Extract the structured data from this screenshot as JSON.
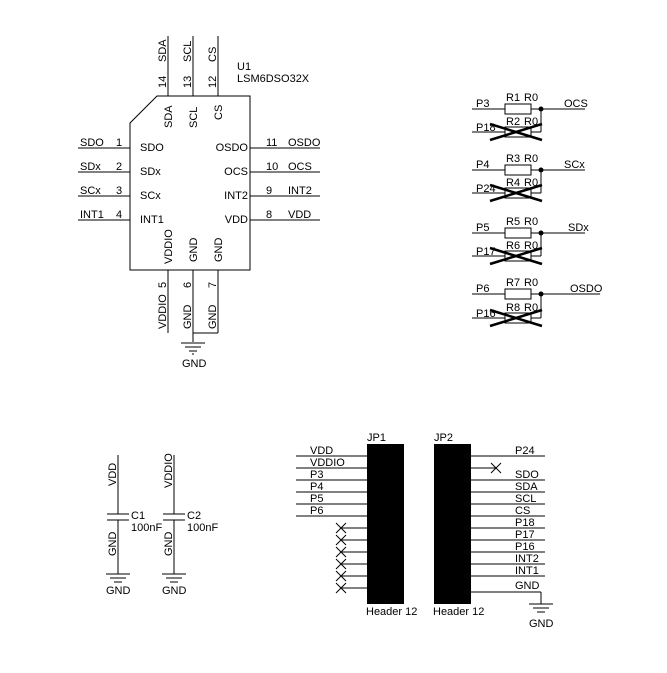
{
  "chip": {
    "ref": "U1",
    "part": "LSM6DSO32X",
    "left_pins": [
      {
        "num": "1",
        "name": "SDO",
        "net": "SDO"
      },
      {
        "num": "2",
        "name": "SDx",
        "net": "SDx"
      },
      {
        "num": "3",
        "name": "SCx",
        "net": "SCx"
      },
      {
        "num": "4",
        "name": "INT1",
        "net": "INT1"
      }
    ],
    "right_pins": [
      {
        "num": "11",
        "name": "OSDO",
        "net": "OSDO"
      },
      {
        "num": "10",
        "name": "OCS",
        "net": "OCS"
      },
      {
        "num": "9",
        "name": "INT2",
        "net": "INT2"
      },
      {
        "num": "8",
        "name": "VDD",
        "net": "VDD"
      }
    ],
    "top_pins": [
      {
        "num": "14",
        "name": "SDA",
        "net": "SDA"
      },
      {
        "num": "13",
        "name": "SCL",
        "net": "SCL"
      },
      {
        "num": "12",
        "name": "CS",
        "net": "CS"
      }
    ],
    "bottom_pins": [
      {
        "num": "5",
        "name": "VDDIO",
        "net": "VDDIO"
      },
      {
        "num": "6",
        "name": "GND",
        "net": "GND"
      },
      {
        "num": "7",
        "name": "GND",
        "net": "GND"
      }
    ],
    "ground_label": "GND"
  },
  "resistors": [
    {
      "port_a": "P3",
      "port_b": "P18",
      "r_top": "R1",
      "r_bot": "R2",
      "value": "R0",
      "net": "OCS"
    },
    {
      "port_a": "P4",
      "port_b": "P24",
      "r_top": "R3",
      "r_bot": "R4",
      "value": "R0",
      "net": "SCx"
    },
    {
      "port_a": "P5",
      "port_b": "P17",
      "r_top": "R5",
      "r_bot": "R6",
      "value": "R0",
      "net": "SDx"
    },
    {
      "port_a": "P6",
      "port_b": "P16",
      "r_top": "R7",
      "r_bot": "R8",
      "value": "R0",
      "net": "OSDO"
    }
  ],
  "capacitors": [
    {
      "ref": "C1",
      "value": "100nF",
      "top_net": "VDD",
      "bot_net": "GND",
      "ground": "GND"
    },
    {
      "ref": "C2",
      "value": "100nF",
      "top_net": "VDDIO",
      "bot_net": "GND",
      "ground": "GND"
    }
  ],
  "jp1": {
    "ref": "JP1",
    "label": "Header 12",
    "pins": [
      "VDD",
      "VDDIO",
      "P3",
      "P4",
      "P5",
      "P6",
      "",
      "",
      "",
      "",
      "",
      ""
    ]
  },
  "jp2": {
    "ref": "JP2",
    "label": "Header 12",
    "pins": [
      "P24",
      "",
      "SDO",
      "SDA",
      "SCL",
      "CS",
      "P18",
      "P17",
      "P16",
      "INT2",
      "INT1",
      "GND"
    ],
    "ground": "GND"
  }
}
